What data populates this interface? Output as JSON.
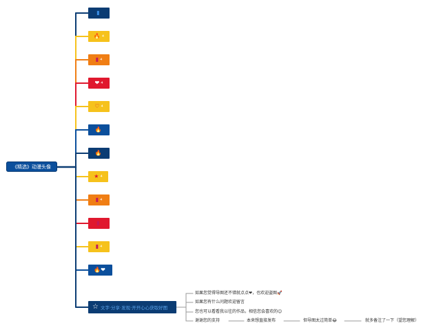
{
  "root": {
    "label": "《精选》动漫头像"
  },
  "branches": [
    {
      "icon": "flag-icon",
      "glyph": "▮",
      "mark": "",
      "color": "#0b3c73"
    },
    {
      "icon": "fire-icon",
      "glyph": "🔥",
      "mark": "⁴",
      "color": "#f6c21c"
    },
    {
      "icon": "flag-icon",
      "glyph": "▮",
      "mark": "⁴",
      "color": "#f07e14"
    },
    {
      "icon": "heart-icon",
      "glyph": "❤",
      "mark": "⁴",
      "color": "#e0182e"
    },
    {
      "icon": "heart-outline-icon",
      "glyph": "♡",
      "mark": "⁴",
      "color": "#f6c21c"
    },
    {
      "icon": "fire-icon",
      "glyph": "🔥",
      "mark": "",
      "color": "#0b4f9c"
    },
    {
      "icon": "fire-icon",
      "glyph": "🔥",
      "mark": "",
      "color": "#0b3c73"
    },
    {
      "icon": "star-icon",
      "glyph": "★",
      "mark": "⁴",
      "color": "#f6c21c"
    },
    {
      "icon": "flag-icon",
      "glyph": "▮",
      "mark": "⁴",
      "color": "#f07e14"
    },
    {
      "icon": "flag-icon",
      "glyph": "▮",
      "mark": "",
      "color": "#e0182e"
    },
    {
      "icon": "flag-icon",
      "glyph": "▮",
      "mark": "⁴",
      "color": "#f6c21c"
    },
    {
      "icon": "fire-heart-icon",
      "glyph": "🔥❤",
      "mark": "",
      "color": "#0b4f9c"
    }
  ],
  "last_branch": {
    "icon": "star-outline-icon",
    "glyph": "☆",
    "label": "文字·分享·发现·开开心心获取好图"
  },
  "notes": [
    "如果您觉得导图还不错就点点❤，也欢迎盗图🚀",
    "如果您有什么问题欢迎留言",
    "您也可以看看我以往的作品，相信您会喜欢的😊",
    "谢谢您的支持",
    "本来想直接发布",
    "但导图太过简单😂",
    "就多备注了一下（望您理解）"
  ],
  "colors": {
    "navy": "#0b3c73",
    "blue": "#0b4f9c",
    "yellow": "#f6c21c",
    "orange": "#f07e14",
    "red": "#e0182e",
    "gray": "#999999"
  }
}
